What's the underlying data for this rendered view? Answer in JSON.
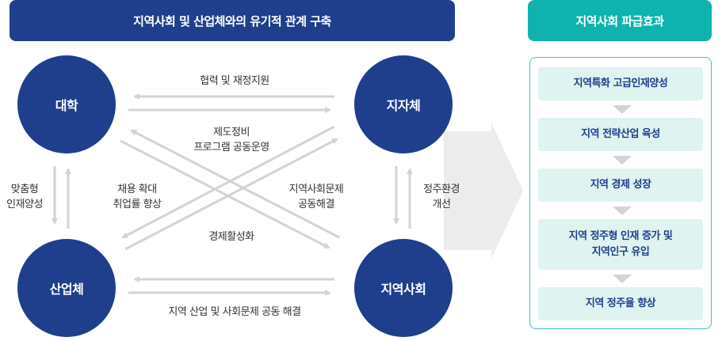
{
  "header_left": "지역사회 및 산업체와의 유기적 관계 구축",
  "header_right": "지역사회 파급효과",
  "nodes": {
    "university": "대학",
    "local_gov": "지자체",
    "industry": "산업체",
    "community": "지역사회"
  },
  "labels": {
    "top": "협력 및 재정지원",
    "bottom": "지역 산업 및 사회문제 공동 해결",
    "left": [
      "맞춤형",
      "인재양성"
    ],
    "right": [
      "정주환경",
      "개선"
    ],
    "center_top": [
      "제도정비",
      "프로그램 공동운영"
    ],
    "center_left": [
      "채용 확대",
      "취업률 향상"
    ],
    "center_right": [
      "지역사회문제",
      "공동해결"
    ],
    "center_bottom": "경제활성화"
  },
  "effects": [
    [
      "지역특화 고급인재양성"
    ],
    [
      "지역 전략산업 육성"
    ],
    [
      "지역 경제 성장"
    ],
    [
      "지역 정주형 인재 증가 및",
      "지역인구 유입"
    ],
    [
      "지역 정주율 향상"
    ]
  ],
  "colors": {
    "navy": "#1f3f8c",
    "teal": "#0fb3ad",
    "arrow_gray": "#d3d3d3",
    "step_bg": "#dff3f1"
  }
}
